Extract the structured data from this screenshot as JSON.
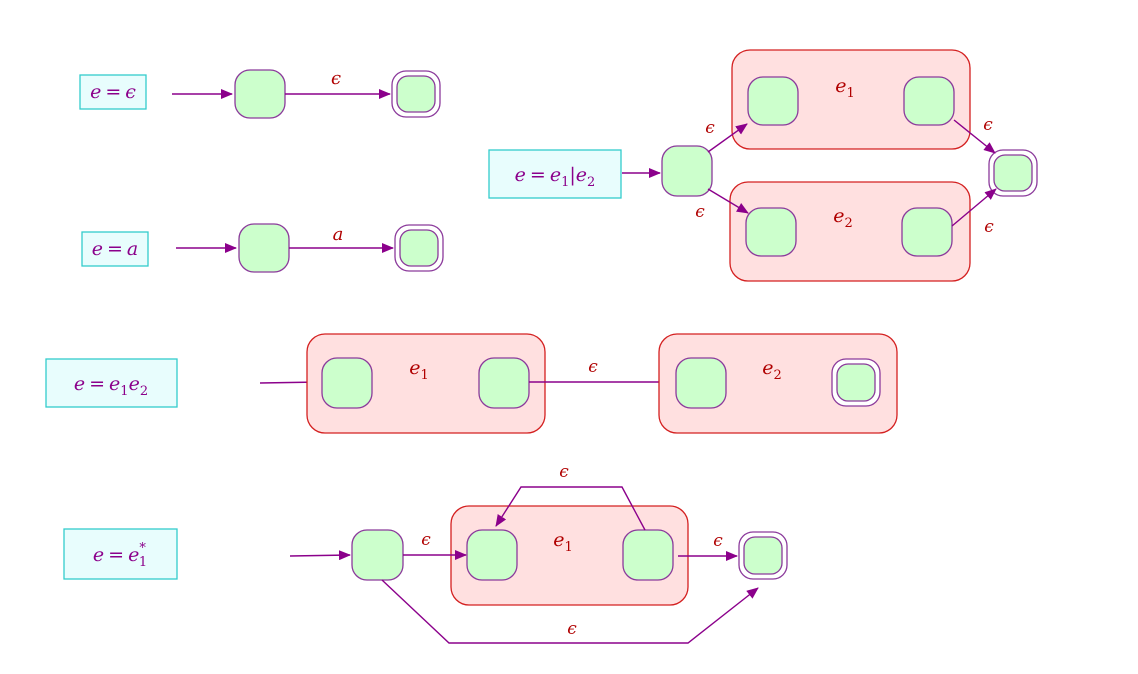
{
  "colors": {
    "edge": "#8b008b",
    "state_fill": "#ccffcc",
    "state_stroke": "#8b3a9b",
    "box_fill": "#ffe0e0",
    "box_stroke": "#d42020",
    "eq_fill": "#e8fdfd",
    "eq_stroke": "#33cccc",
    "eq_text": "#8b008b",
    "sub_text": "#b00000"
  },
  "rules": [
    {
      "id": "epsilon",
      "lhs": "e",
      "rhs": "ϵ",
      "sub": "",
      "sup": "",
      "tail": ""
    },
    {
      "id": "symbol",
      "lhs": "e",
      "rhs": "a",
      "sub": "",
      "sup": "",
      "tail": ""
    },
    {
      "id": "union",
      "lhs": "e",
      "rhs": "e",
      "sub": "1",
      "sup": "",
      "tail": "|e",
      "sub2": "2"
    },
    {
      "id": "concat",
      "lhs": "e",
      "rhs": "e",
      "sub": "1",
      "sup": "",
      "tail": "e",
      "sub2": "2"
    },
    {
      "id": "star",
      "lhs": "e",
      "rhs": "e",
      "sub": "1",
      "sup": "*",
      "tail": ""
    }
  ],
  "labels": {
    "epsilon": "ϵ",
    "a": "a",
    "e": "e",
    "one": "1",
    "two": "2",
    "equals": "="
  }
}
